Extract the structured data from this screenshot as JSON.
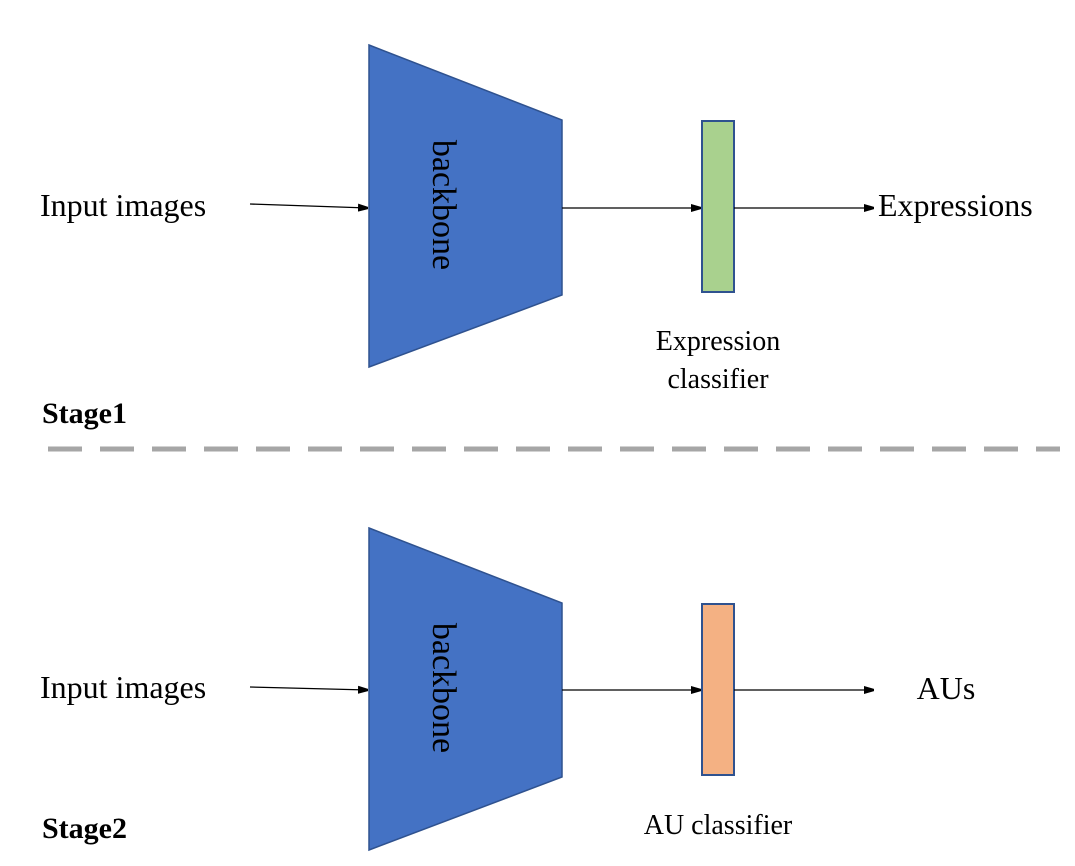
{
  "colors": {
    "backbone": "#4472C4",
    "backbone_border": "#2F528F",
    "expression_classifier": "#A9D18E",
    "au_classifier": "#F4B183",
    "classifier_border": "#2F528F",
    "divider": "#A6A6A6"
  },
  "stage1": {
    "label": "Stage1",
    "input": "Input images",
    "backbone": "backbone",
    "classifier": "Expression",
    "classifier_line2": "classifier",
    "output": "Expressions"
  },
  "stage2": {
    "label": "Stage2",
    "input": "Input images",
    "backbone": "backbone",
    "classifier": "AU classifier",
    "output": "AUs"
  }
}
